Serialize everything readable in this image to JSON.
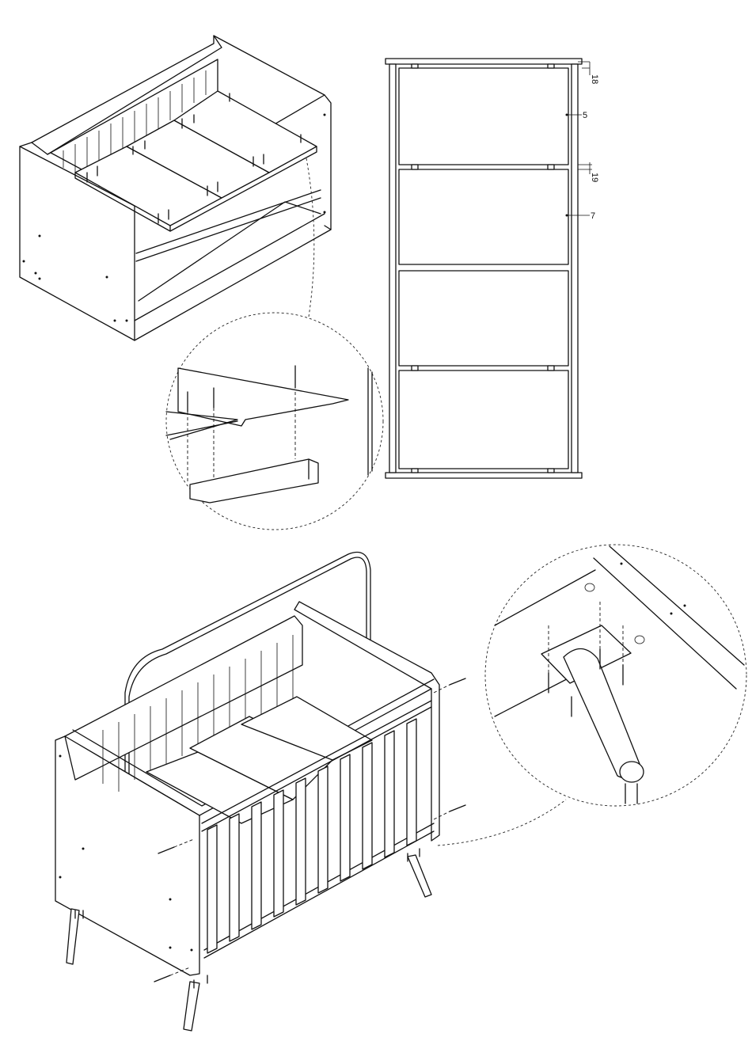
{
  "dimension_labels": {
    "top_gap": "18",
    "slat_spacing": "5",
    "middle_gap": "19",
    "slat_spacing_lower": "7"
  },
  "colors": {
    "line": "#111111",
    "background": "#ffffff"
  }
}
